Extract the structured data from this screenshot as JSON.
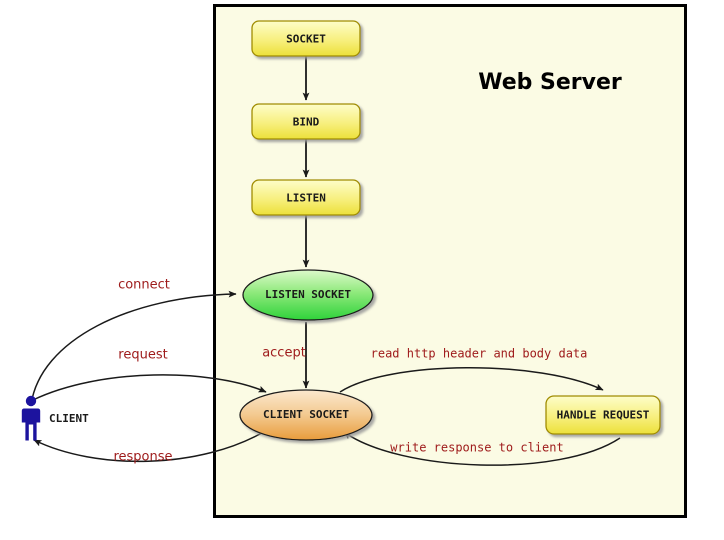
{
  "diagram": {
    "title": "Web Server",
    "frame": {
      "label": "Web Server",
      "background": "#fbfbe4",
      "border_color": "#000000"
    },
    "colors": {
      "process_box_top": "#fdfdc0",
      "process_box_bottom": "#ece03a",
      "process_box_border": "#a08c00",
      "listen_socket_top": "#d6f7bf",
      "listen_socket_bottom": "#34d43a",
      "client_socket_top": "#fbe3c0",
      "client_socket_bottom": "#e89c3c",
      "edge_label": "#9e1a1a",
      "actor": "#1c139e",
      "edge_line": "#1a1a1a"
    },
    "nodes": [
      {
        "id": "socket",
        "label": "SOCKET",
        "shape": "rounded-box",
        "fill": "yellow"
      },
      {
        "id": "bind",
        "label": "BIND",
        "shape": "rounded-box",
        "fill": "yellow"
      },
      {
        "id": "listen",
        "label": "LISTEN",
        "shape": "rounded-box",
        "fill": "yellow"
      },
      {
        "id": "listen_socket",
        "label": "LISTEN SOCKET",
        "shape": "ellipse",
        "fill": "green"
      },
      {
        "id": "client_socket",
        "label": "CLIENT SOCKET",
        "shape": "ellipse",
        "fill": "orange"
      },
      {
        "id": "handle_request",
        "label": "HANDLE REQUEST",
        "shape": "rounded-box",
        "fill": "yellow"
      }
    ],
    "actor": {
      "id": "client",
      "label": "CLIENT",
      "icon": "person-icon"
    },
    "edges": [
      {
        "id": "socket_bind",
        "from": "socket",
        "to": "bind",
        "label": ""
      },
      {
        "id": "bind_listen",
        "from": "bind",
        "to": "listen",
        "label": ""
      },
      {
        "id": "listen_listensocket",
        "from": "listen",
        "to": "listen_socket",
        "label": ""
      },
      {
        "id": "connect",
        "from": "client",
        "to": "listen_socket",
        "label": "connect"
      },
      {
        "id": "accept",
        "from": "listen_socket",
        "to": "client_socket",
        "label": "accept"
      },
      {
        "id": "request",
        "from": "client",
        "to": "client_socket",
        "label": "request"
      },
      {
        "id": "response",
        "from": "client_socket",
        "to": "client",
        "label": "response"
      },
      {
        "id": "read_http",
        "from": "client_socket",
        "to": "handle_request",
        "label": "read http header and body data"
      },
      {
        "id": "write_response",
        "from": "handle_request",
        "to": "client_socket",
        "label": "write response to client"
      }
    ]
  }
}
